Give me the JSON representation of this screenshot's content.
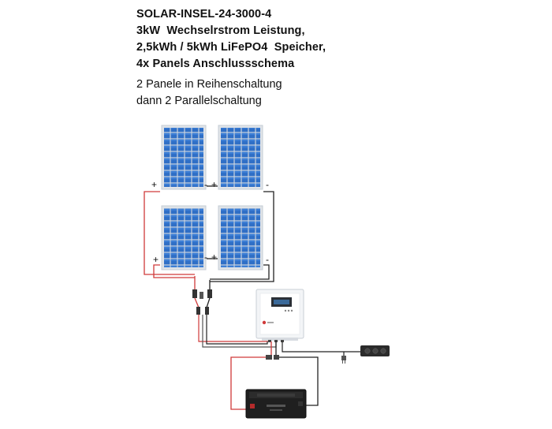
{
  "title_lines": [
    "SOLAR-INSEL-24-3000-4",
    "3kW  Wechselrstrom Leistung,",
    "2,5kWh / 5kWh LiFePO4  Speicher,",
    "4x Panels Anschlussschema"
  ],
  "subtitle_lines": [
    "2 Panele in Reihenschaltung",
    "dann 2 Parallelschaltung"
  ],
  "polarity": {
    "plus": "+",
    "minus": "-"
  },
  "colors": {
    "panel_cell": "#2f6fc6",
    "panel_frame": "#d8dde3",
    "wire_positive": "#d03a3a",
    "wire_negative": "#222222",
    "inverter_body": "#f2f4f6",
    "battery_body": "#1f1f1f"
  }
}
